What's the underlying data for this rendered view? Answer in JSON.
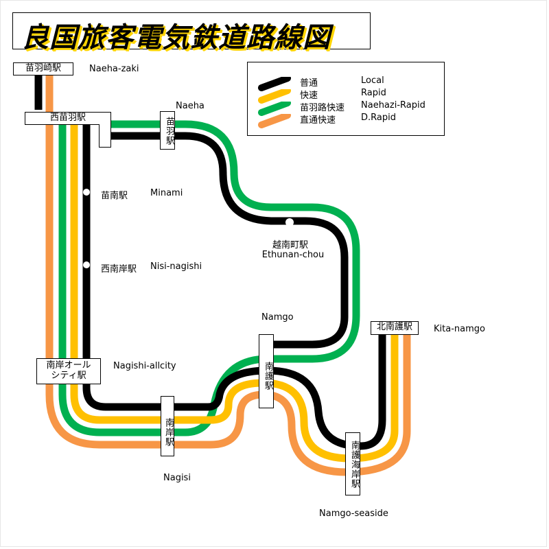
{
  "title": "良国旅客電気鉄道路線図",
  "colors": {
    "local": "#000000",
    "rapid": "#ffc000",
    "naehazi_rapid": "#00b050",
    "d_rapid": "#f79646"
  },
  "legend": [
    {
      "ja": "普通",
      "en": "Local",
      "color": "#000000"
    },
    {
      "ja": "快速",
      "en": "Rapid",
      "color": "#ffc000"
    },
    {
      "ja": "苗羽路快速",
      "en": "Naehazi-Rapid",
      "color": "#00b050"
    },
    {
      "ja": "直通快速",
      "en": "D.Rapid",
      "color": "#f79646"
    }
  ],
  "stations": {
    "naehazaki": {
      "ja": "苗羽崎駅",
      "en": "Naeha-zaki"
    },
    "nishinaeha": {
      "ja": "西苗羽駅"
    },
    "naeha": {
      "ja": "苗羽駅",
      "en": "Naeha"
    },
    "minami": {
      "ja": "苗南駅",
      "en": "Minami"
    },
    "nisinagishi": {
      "ja": "西南岸駅",
      "en": "Nisi-nagishi"
    },
    "ethunan": {
      "ja": "越南町駅",
      "en": "Ethunan-chou"
    },
    "namgo": {
      "ja": "南護駅",
      "en": "Namgo"
    },
    "nagishi_allcity": {
      "ja_line1": "南岸オール",
      "ja_line2": "シティ駅",
      "en": "Nagishi-allcity"
    },
    "nagisi": {
      "ja": "南岸駅",
      "en": "Nagisi"
    },
    "kitanamgo": {
      "ja": "北南護駅",
      "en": "Kita-namgo"
    },
    "namgo_seaside": {
      "ja": "南護海岸駅",
      "en": "Namgo-seaside"
    }
  }
}
